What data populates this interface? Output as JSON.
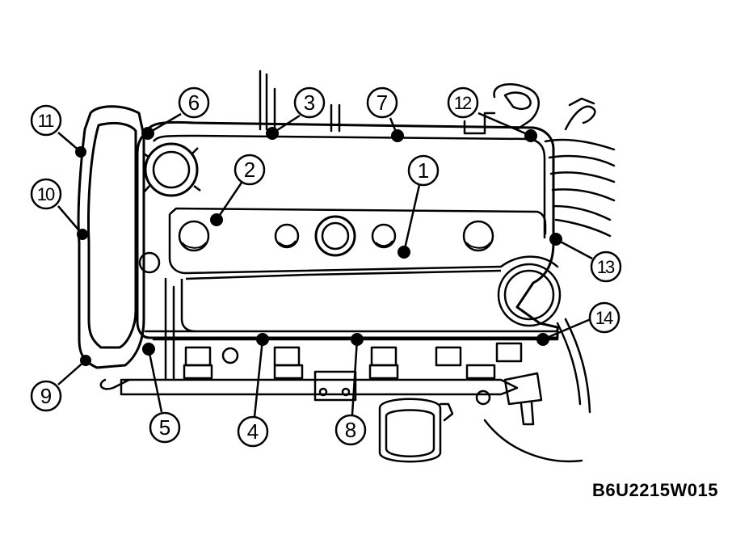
{
  "callouts": [
    {
      "id": "bolt-1",
      "label": "1"
    },
    {
      "id": "bolt-2",
      "label": "2"
    },
    {
      "id": "bolt-3",
      "label": "3"
    },
    {
      "id": "bolt-4",
      "label": "4"
    },
    {
      "id": "bolt-5",
      "label": "5"
    },
    {
      "id": "bolt-6",
      "label": "6"
    },
    {
      "id": "bolt-7",
      "label": "7"
    },
    {
      "id": "bolt-8",
      "label": "8"
    },
    {
      "id": "bolt-9",
      "label": "9"
    },
    {
      "id": "bolt-10",
      "label": "10"
    },
    {
      "id": "bolt-11",
      "label": "11"
    },
    {
      "id": "bolt-12",
      "label": "12"
    },
    {
      "id": "bolt-13",
      "label": "13"
    },
    {
      "id": "bolt-14",
      "label": "14"
    }
  ],
  "reference_code": "B6U2215W015"
}
